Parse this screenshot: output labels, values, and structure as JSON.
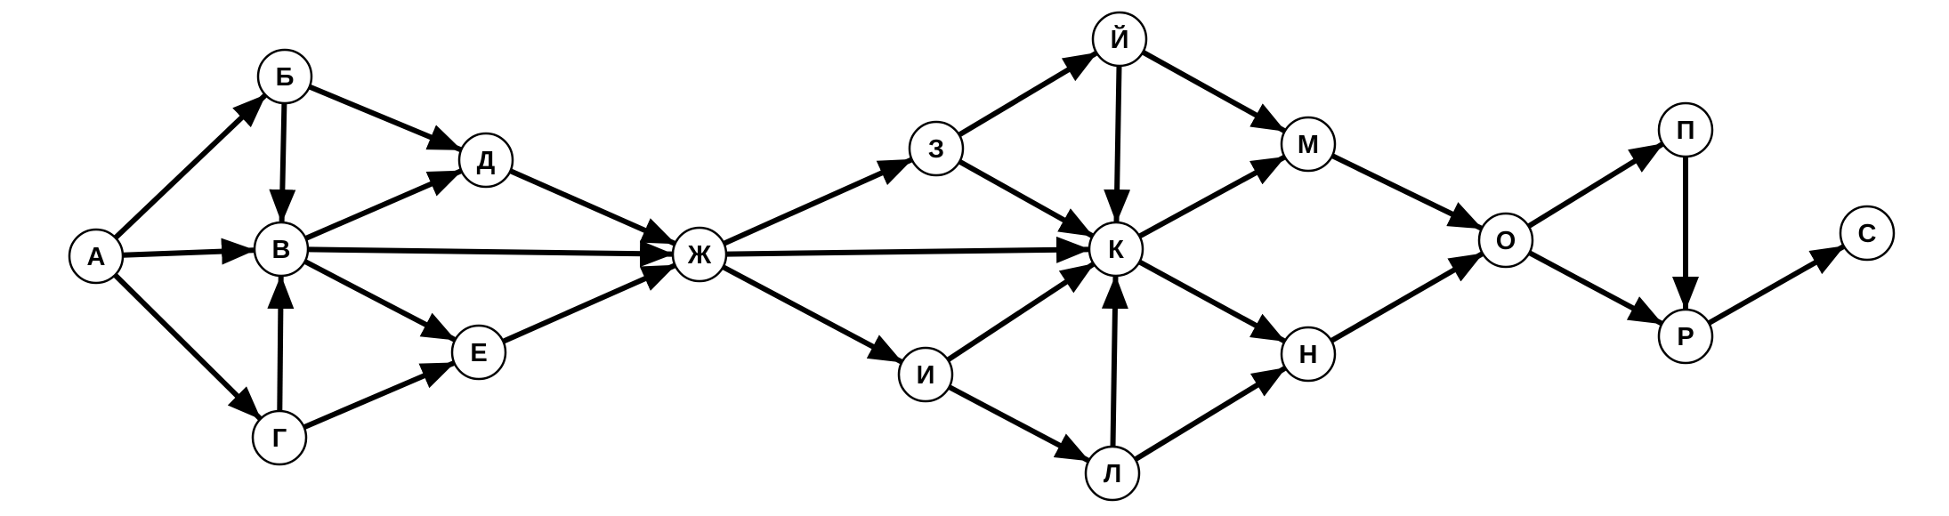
{
  "nodes": [
    {
      "id": "A",
      "label": "А"
    },
    {
      "id": "B",
      "label": "Б"
    },
    {
      "id": "V",
      "label": "В"
    },
    {
      "id": "G",
      "label": "Г"
    },
    {
      "id": "D",
      "label": "Д"
    },
    {
      "id": "E",
      "label": "Е"
    },
    {
      "id": "ZH",
      "label": "Ж"
    },
    {
      "id": "Z",
      "label": "З"
    },
    {
      "id": "I",
      "label": "И"
    },
    {
      "id": "J",
      "label": "Й"
    },
    {
      "id": "K",
      "label": "К"
    },
    {
      "id": "L",
      "label": "Л"
    },
    {
      "id": "M",
      "label": "М"
    },
    {
      "id": "N",
      "label": "Н"
    },
    {
      "id": "O",
      "label": "О"
    },
    {
      "id": "P",
      "label": "П"
    },
    {
      "id": "R",
      "label": "Р"
    },
    {
      "id": "S",
      "label": "С"
    }
  ],
  "edges": [
    {
      "from": "A",
      "to": "B"
    },
    {
      "from": "A",
      "to": "V"
    },
    {
      "from": "A",
      "to": "G"
    },
    {
      "from": "B",
      "to": "V"
    },
    {
      "from": "B",
      "to": "D"
    },
    {
      "from": "G",
      "to": "V"
    },
    {
      "from": "G",
      "to": "E"
    },
    {
      "from": "V",
      "to": "D"
    },
    {
      "from": "V",
      "to": "E"
    },
    {
      "from": "V",
      "to": "ZH"
    },
    {
      "from": "D",
      "to": "ZH"
    },
    {
      "from": "E",
      "to": "ZH"
    },
    {
      "from": "ZH",
      "to": "Z"
    },
    {
      "from": "ZH",
      "to": "K"
    },
    {
      "from": "ZH",
      "to": "I"
    },
    {
      "from": "Z",
      "to": "J"
    },
    {
      "from": "Z",
      "to": "K"
    },
    {
      "from": "I",
      "to": "K"
    },
    {
      "from": "I",
      "to": "L"
    },
    {
      "from": "J",
      "to": "K"
    },
    {
      "from": "J",
      "to": "M"
    },
    {
      "from": "L",
      "to": "K"
    },
    {
      "from": "L",
      "to": "N"
    },
    {
      "from": "K",
      "to": "M"
    },
    {
      "from": "K",
      "to": "N"
    },
    {
      "from": "M",
      "to": "O"
    },
    {
      "from": "N",
      "to": "O"
    },
    {
      "from": "O",
      "to": "P"
    },
    {
      "from": "O",
      "to": "R"
    },
    {
      "from": "P",
      "to": "R"
    },
    {
      "from": "R",
      "to": "S"
    }
  ],
  "colors": {
    "stroke": "#000000",
    "node_fill": "#ffffff",
    "background": "#ffffff"
  }
}
